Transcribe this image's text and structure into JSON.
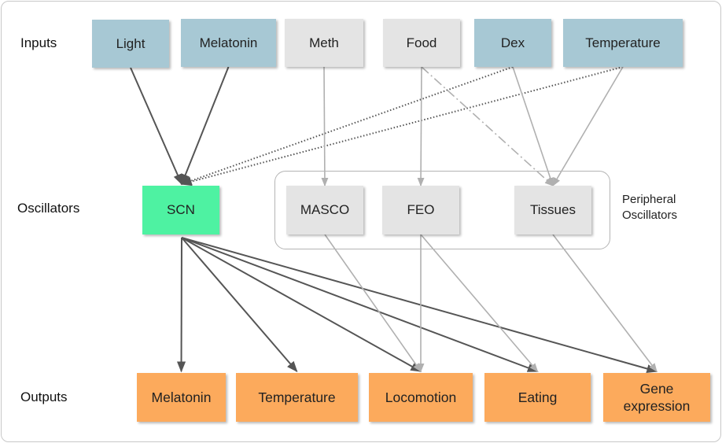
{
  "row_labels": {
    "inputs": "Inputs",
    "oscillators": "Oscillators",
    "outputs": "Outputs"
  },
  "colors": {
    "input_blue": "#a7c8d4",
    "input_grey": "#e4e4e4",
    "scn_green": "#4ef2a2",
    "peripheral_grey": "#e4e4e4",
    "output_orange": "#fcaa5c",
    "edge_dark": "#555555",
    "edge_light": "#b0b0b0"
  },
  "inputs": [
    {
      "id": "light",
      "label": "Light",
      "color": "blue"
    },
    {
      "id": "melatonin_in",
      "label": "Melatonin",
      "color": "blue"
    },
    {
      "id": "meth",
      "label": "Meth",
      "color": "grey"
    },
    {
      "id": "food",
      "label": "Food",
      "color": "grey"
    },
    {
      "id": "dex",
      "label": "Dex",
      "color": "blue"
    },
    {
      "id": "temperature_in",
      "label": "Temperature",
      "color": "blue"
    }
  ],
  "oscillators": {
    "scn": {
      "id": "scn",
      "label": "SCN"
    },
    "peripheral": [
      {
        "id": "masco",
        "label": "MASCO"
      },
      {
        "id": "feo",
        "label": "FEO"
      },
      {
        "id": "tissues",
        "label": "Tissues"
      }
    ],
    "group_label_line1": "Peripheral",
    "group_label_line2": "Oscillators"
  },
  "outputs": [
    {
      "id": "melatonin_out",
      "label": "Melatonin"
    },
    {
      "id": "temperature_out",
      "label": "Temperature"
    },
    {
      "id": "locomotion",
      "label": "Locomotion"
    },
    {
      "id": "eating",
      "label": "Eating"
    },
    {
      "id": "gene_expression",
      "label": "Gene expression"
    }
  ],
  "edges": [
    {
      "from": "light",
      "to": "scn",
      "style": "solid-dark"
    },
    {
      "from": "melatonin_in",
      "to": "scn",
      "style": "solid-dark"
    },
    {
      "from": "dex",
      "to": "scn",
      "style": "dotted"
    },
    {
      "from": "temperature_in",
      "to": "scn",
      "style": "dotted"
    },
    {
      "from": "meth",
      "to": "masco",
      "style": "solid-light"
    },
    {
      "from": "food",
      "to": "feo",
      "style": "solid-light"
    },
    {
      "from": "food",
      "to": "tissues",
      "style": "dash-dot"
    },
    {
      "from": "dex",
      "to": "tissues",
      "style": "solid-light"
    },
    {
      "from": "temperature_in",
      "to": "tissues",
      "style": "solid-light"
    },
    {
      "from": "scn",
      "to": "melatonin_out",
      "style": "solid-dark"
    },
    {
      "from": "scn",
      "to": "temperature_out",
      "style": "solid-dark"
    },
    {
      "from": "scn",
      "to": "locomotion",
      "style": "solid-dark"
    },
    {
      "from": "scn",
      "to": "eating",
      "style": "solid-dark"
    },
    {
      "from": "scn",
      "to": "gene_expression",
      "style": "solid-dark"
    },
    {
      "from": "masco",
      "to": "locomotion",
      "style": "solid-light"
    },
    {
      "from": "feo",
      "to": "locomotion",
      "style": "solid-light"
    },
    {
      "from": "feo",
      "to": "eating",
      "style": "solid-light"
    },
    {
      "from": "tissues",
      "to": "gene_expression",
      "style": "solid-light"
    }
  ]
}
